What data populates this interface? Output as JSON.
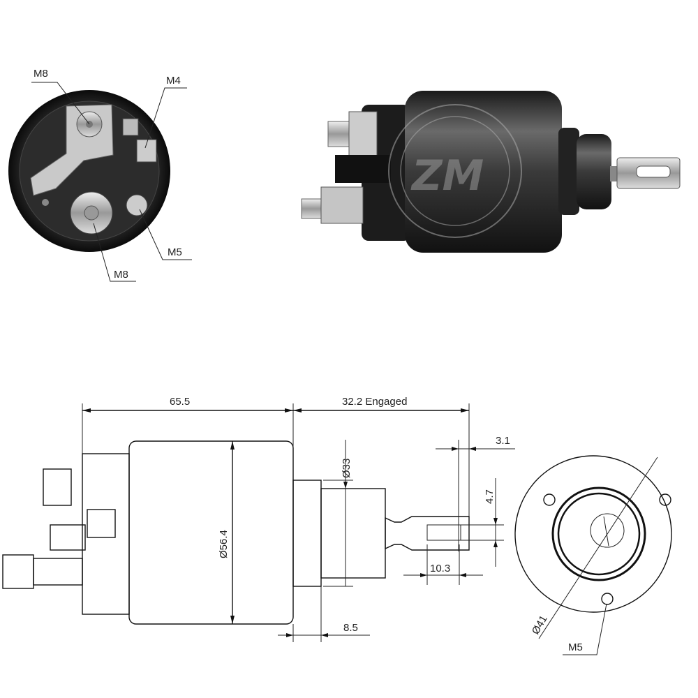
{
  "brand": {
    "logo_text": "ZM"
  },
  "end_view_photo": {
    "labels": {
      "top_left": "M8",
      "top_right": "M4",
      "bottom_right": "M5",
      "bottom": "M8"
    }
  },
  "drawing": {
    "dims": {
      "body_length": "65.5",
      "engaged_travel": "32.2 Engaged",
      "tab_offset": "3.1",
      "flange_diameter": "Ø33",
      "slot_width": "4.7",
      "body_diameter": "Ø56.4",
      "slot_length": "10.3",
      "flange_thickness": "8.5",
      "bolt_circle": "Ø41",
      "mount_thread": "M5"
    }
  },
  "colors": {
    "body": "#2a2a2a",
    "metal": "#b8b8b8",
    "line": "#111111"
  }
}
